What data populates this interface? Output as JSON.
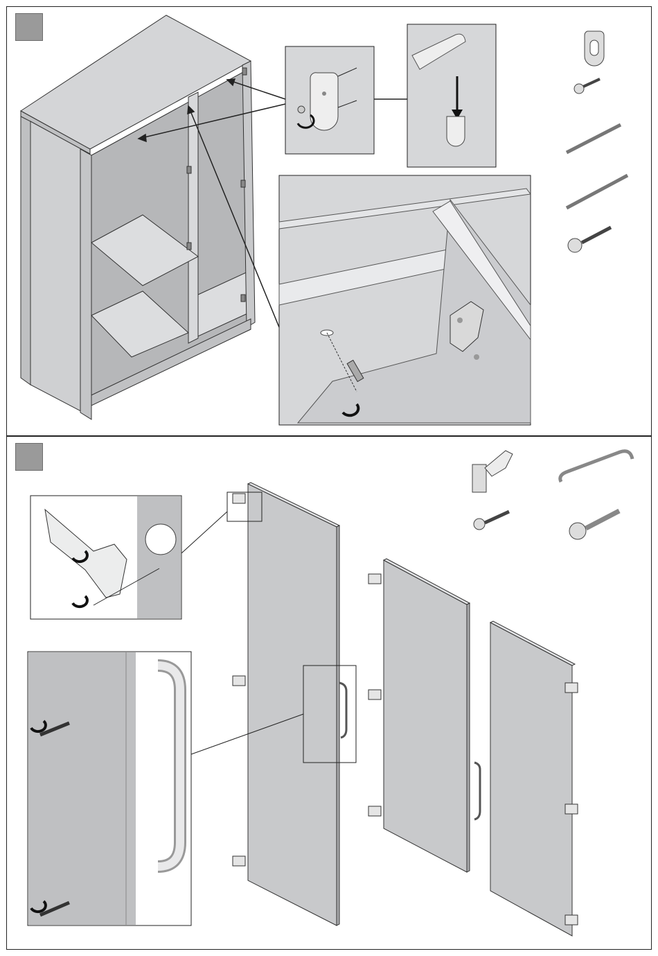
{
  "steps": [
    {
      "name": "step-1",
      "scene": "wardrobe-carcass-with-rail-holders",
      "parts": [
        "rail-holder-icon",
        "short-screw-icon",
        "rail-rod-icon",
        "rail-rod-icon",
        "long-screw-icon"
      ]
    },
    {
      "name": "step-2",
      "scene": "doors-with-hinges-and-handles",
      "parts": [
        "hinge-icon",
        "handle-icon",
        "short-screw-icon",
        "handle-screw-icon"
      ]
    }
  ],
  "colors": {
    "frame": "#222222",
    "panel_fill": "#c9cacc",
    "panel_edge": "#555555",
    "step_marker": "#9a9a9a",
    "detail_bg": "#d6d7d9",
    "accent_dark": "#1a1a1a"
  }
}
